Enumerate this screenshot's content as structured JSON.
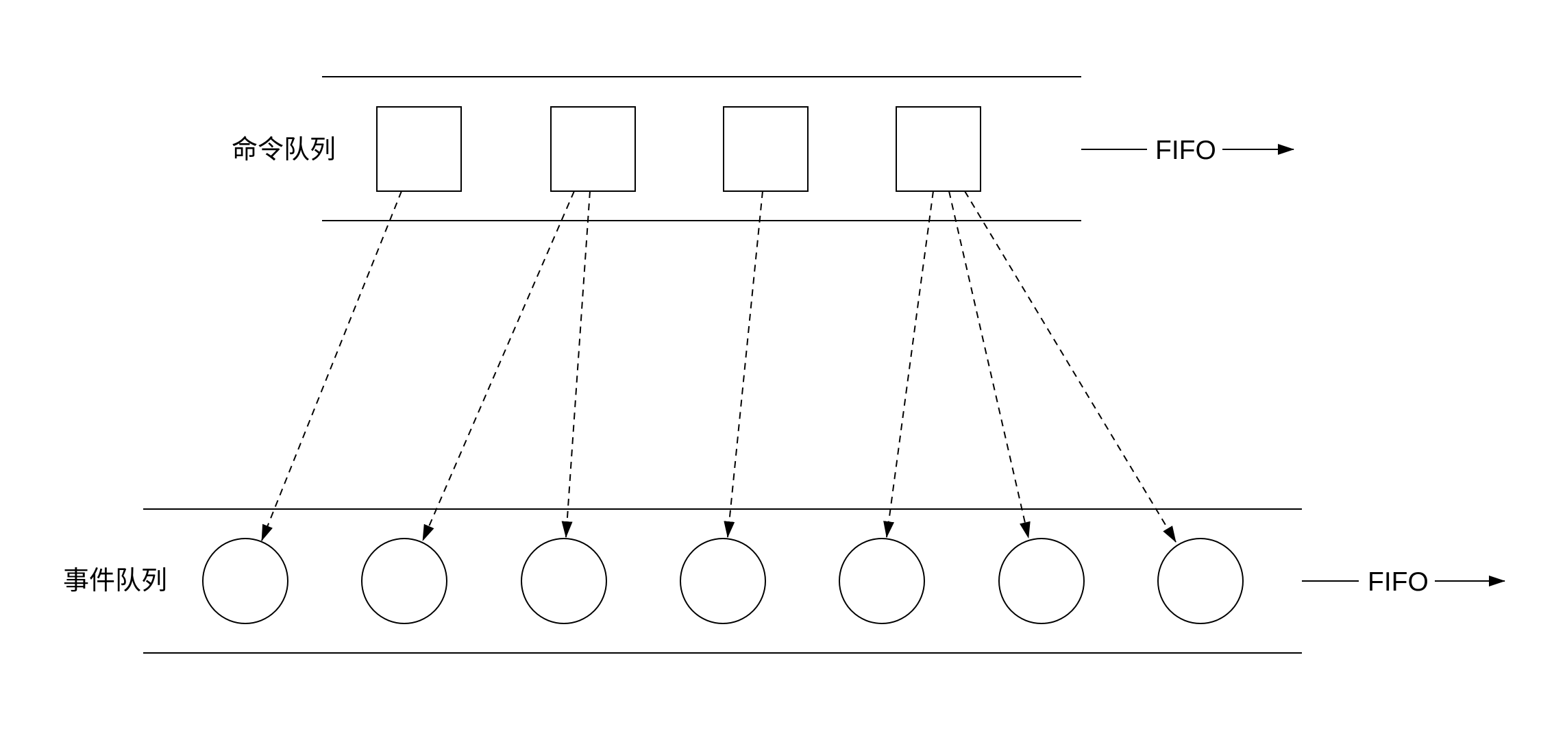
{
  "diagram": {
    "command_queue": {
      "label": "命令队列",
      "flow_label": "FIFO",
      "item_shape": "square",
      "item_count": 4
    },
    "event_queue": {
      "label": "事件队列",
      "flow_label": "FIFO",
      "item_shape": "circle",
      "item_count": 7
    },
    "mappings": [
      {
        "from_command": 1,
        "to_event": 1
      },
      {
        "from_command": 2,
        "to_event": 2
      },
      {
        "from_command": 2,
        "to_event": 3
      },
      {
        "from_command": 3,
        "to_event": 4
      },
      {
        "from_command": 4,
        "to_event": 5
      },
      {
        "from_command": 4,
        "to_event": 6
      },
      {
        "from_command": 4,
        "to_event": 7
      }
    ],
    "colors": {
      "stroke": "#000000",
      "background": "#ffffff"
    }
  }
}
